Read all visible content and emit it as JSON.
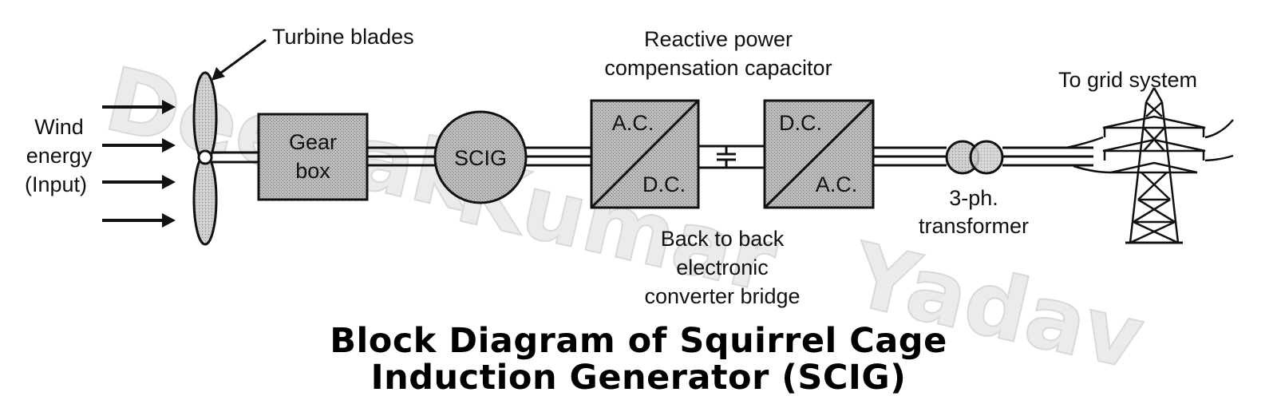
{
  "labels": {
    "turbine_blades": "Turbine blades",
    "wind_line1": "Wind",
    "wind_line2": "energy",
    "wind_line3": "(Input)",
    "capacitor_line1": "Reactive power",
    "capacitor_line2": "compensation capacitor",
    "grid": "To grid system",
    "converter_line1": "Back to back",
    "converter_line2": "electronic",
    "converter_line3": "converter bridge",
    "transformer_line1": "3-ph.",
    "transformer_line2": "transformer"
  },
  "blocks": {
    "gearbox_line1": "Gear",
    "gearbox_line2": "box",
    "generator": "SCIG",
    "rectifier_top": "A.C.",
    "rectifier_bottom": "D.C.",
    "inverter_top": "D.C.",
    "inverter_bottom": "A.C."
  },
  "title": {
    "line1": "Block Diagram of Squirrel Cage",
    "line2": "Induction Generator (SCIG)"
  },
  "watermark": {
    "word1": "Deepak",
    "word2": "Kumar",
    "word3": "Yadav"
  }
}
